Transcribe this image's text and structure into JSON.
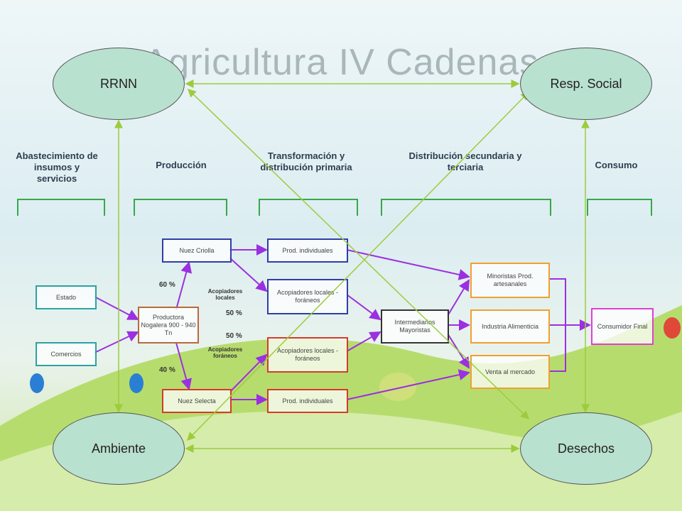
{
  "title": "Agricultura IV Cadenas",
  "stages": [
    "Abastecimiento de insumos y servicios",
    "Producción",
    "Transformación y distribución primaria",
    "Distribución secundaria y terciaria",
    "Consumo"
  ],
  "boxes": {
    "estado": "Estado",
    "comercios": "Comercios",
    "productora": "Productora Nogalera 900 - 940 Tn",
    "nuez_criolla": "Nuez Criolla",
    "nuez_selecta": "Nuez Selecta",
    "prod_ind_1": "Prod. individuales",
    "acop_1": "Acopiadores locales - foráneos",
    "acop_2": "Acopiadores locales - foráneos",
    "prod_ind_2": "Prod. individuales",
    "intermediarios": "Intermediarios Mayoristas",
    "minoristas": "Minoristas Prod. artesanales",
    "industria": "Industria Alimenticia",
    "venta": "Venta al mercado",
    "consumidor": "Consumidor Final"
  },
  "labels": {
    "p60": "60 %",
    "p40": "40 %",
    "p50a": "50 %",
    "p50b": "50 %",
    "acop_locales": "Acopiadores locales",
    "acop_foraneos": "Acopiadores foráneos"
  },
  "nodes": {
    "rrnn": "RRNN",
    "resp_social": "Resp. Social",
    "ambiente": "Ambiente",
    "desechos": "Desechos"
  },
  "colors": {
    "node_fill": "#b9e1cf",
    "connector": "#9ccc3c",
    "flow_arrow": "#9b30e0",
    "teal_box": "#2aa3a3",
    "blue_box": "#2f3ea8",
    "red_box": "#d33b2c",
    "orange_box": "#f0a030",
    "magenta_box": "#e040d0",
    "bracket": "#38a84a"
  }
}
